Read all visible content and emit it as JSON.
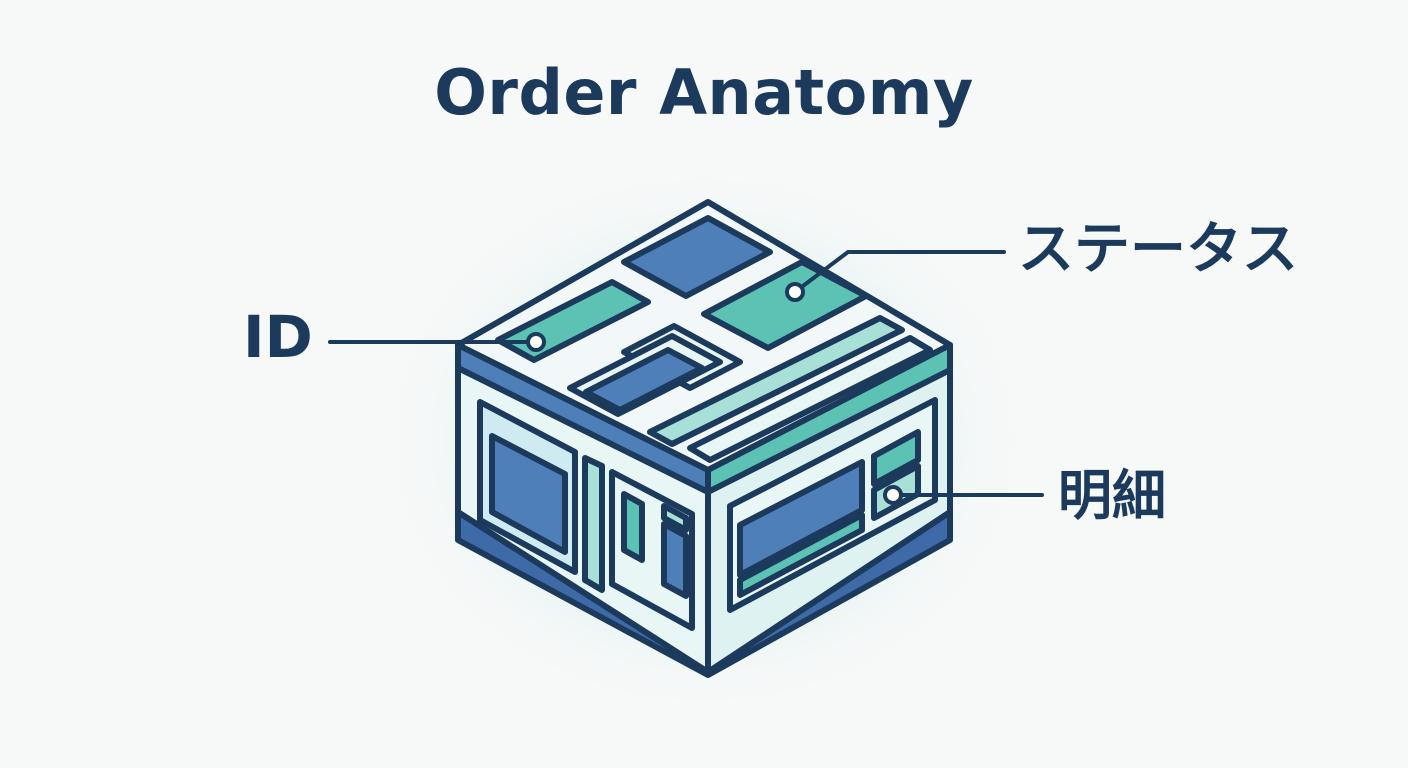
{
  "diagram": {
    "title": "Order Anatomy",
    "callouts": [
      {
        "key": "id",
        "label": "ID"
      },
      {
        "key": "status",
        "label": "ステータス"
      },
      {
        "key": "detail",
        "label": "明細"
      }
    ]
  },
  "colors": {
    "outline": "#1b3a5c",
    "face_light": "#e9f6f6",
    "teal": "#5cc2b4",
    "teal_light": "#a8e0d7",
    "blue": "#4f7fb8",
    "blue_dark": "#3e6aa8",
    "glow": "#7ee0d2"
  }
}
